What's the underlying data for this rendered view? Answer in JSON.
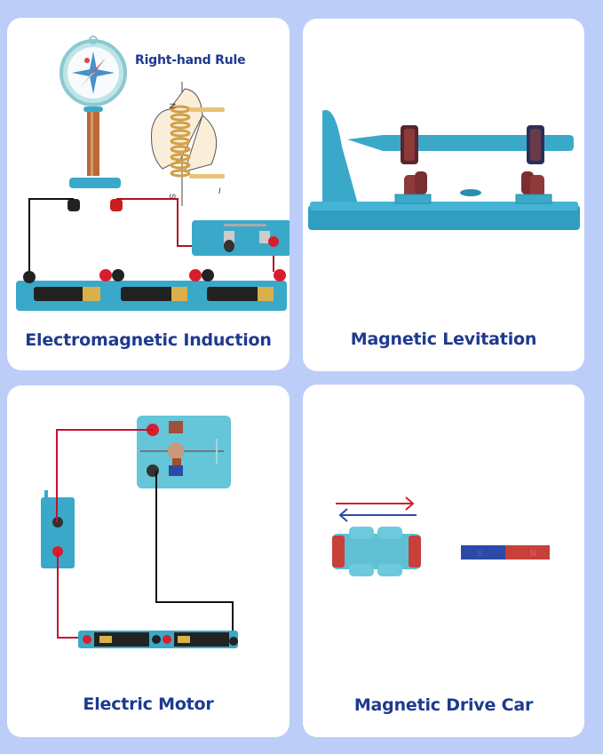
{
  "background_color": "#bccdf8",
  "title_color": "#1e3a8f",
  "accent_colors": {
    "plastic_teal": "#3aa9c9",
    "wire_red": "#c8102e",
    "wire_black": "#111111",
    "magnet_blue": "#2b4aa8",
    "magnet_red": "#c8403a"
  },
  "cards": [
    {
      "title": "Electromagnetic Induction",
      "illustration": "compass-coil-battery-switch-circuit",
      "annotation": {
        "label": "Right-hand Rule",
        "pole_top": "N",
        "pole_bottom": "S",
        "current_label": "I"
      }
    },
    {
      "title": "Magnetic Levitation",
      "illustration": "levitating-rod-with-ring-magnets"
    },
    {
      "title": "Electric Motor",
      "illustration": "motor-switch-battery-circuit"
    },
    {
      "title": "Magnetic Drive Car",
      "illustration": "magnet-car-and-bar-magnet",
      "arrows": [
        "right-arrow-red",
        "left-arrow-blue"
      ],
      "bar_magnet_poles": [
        "S",
        "N"
      ]
    }
  ]
}
